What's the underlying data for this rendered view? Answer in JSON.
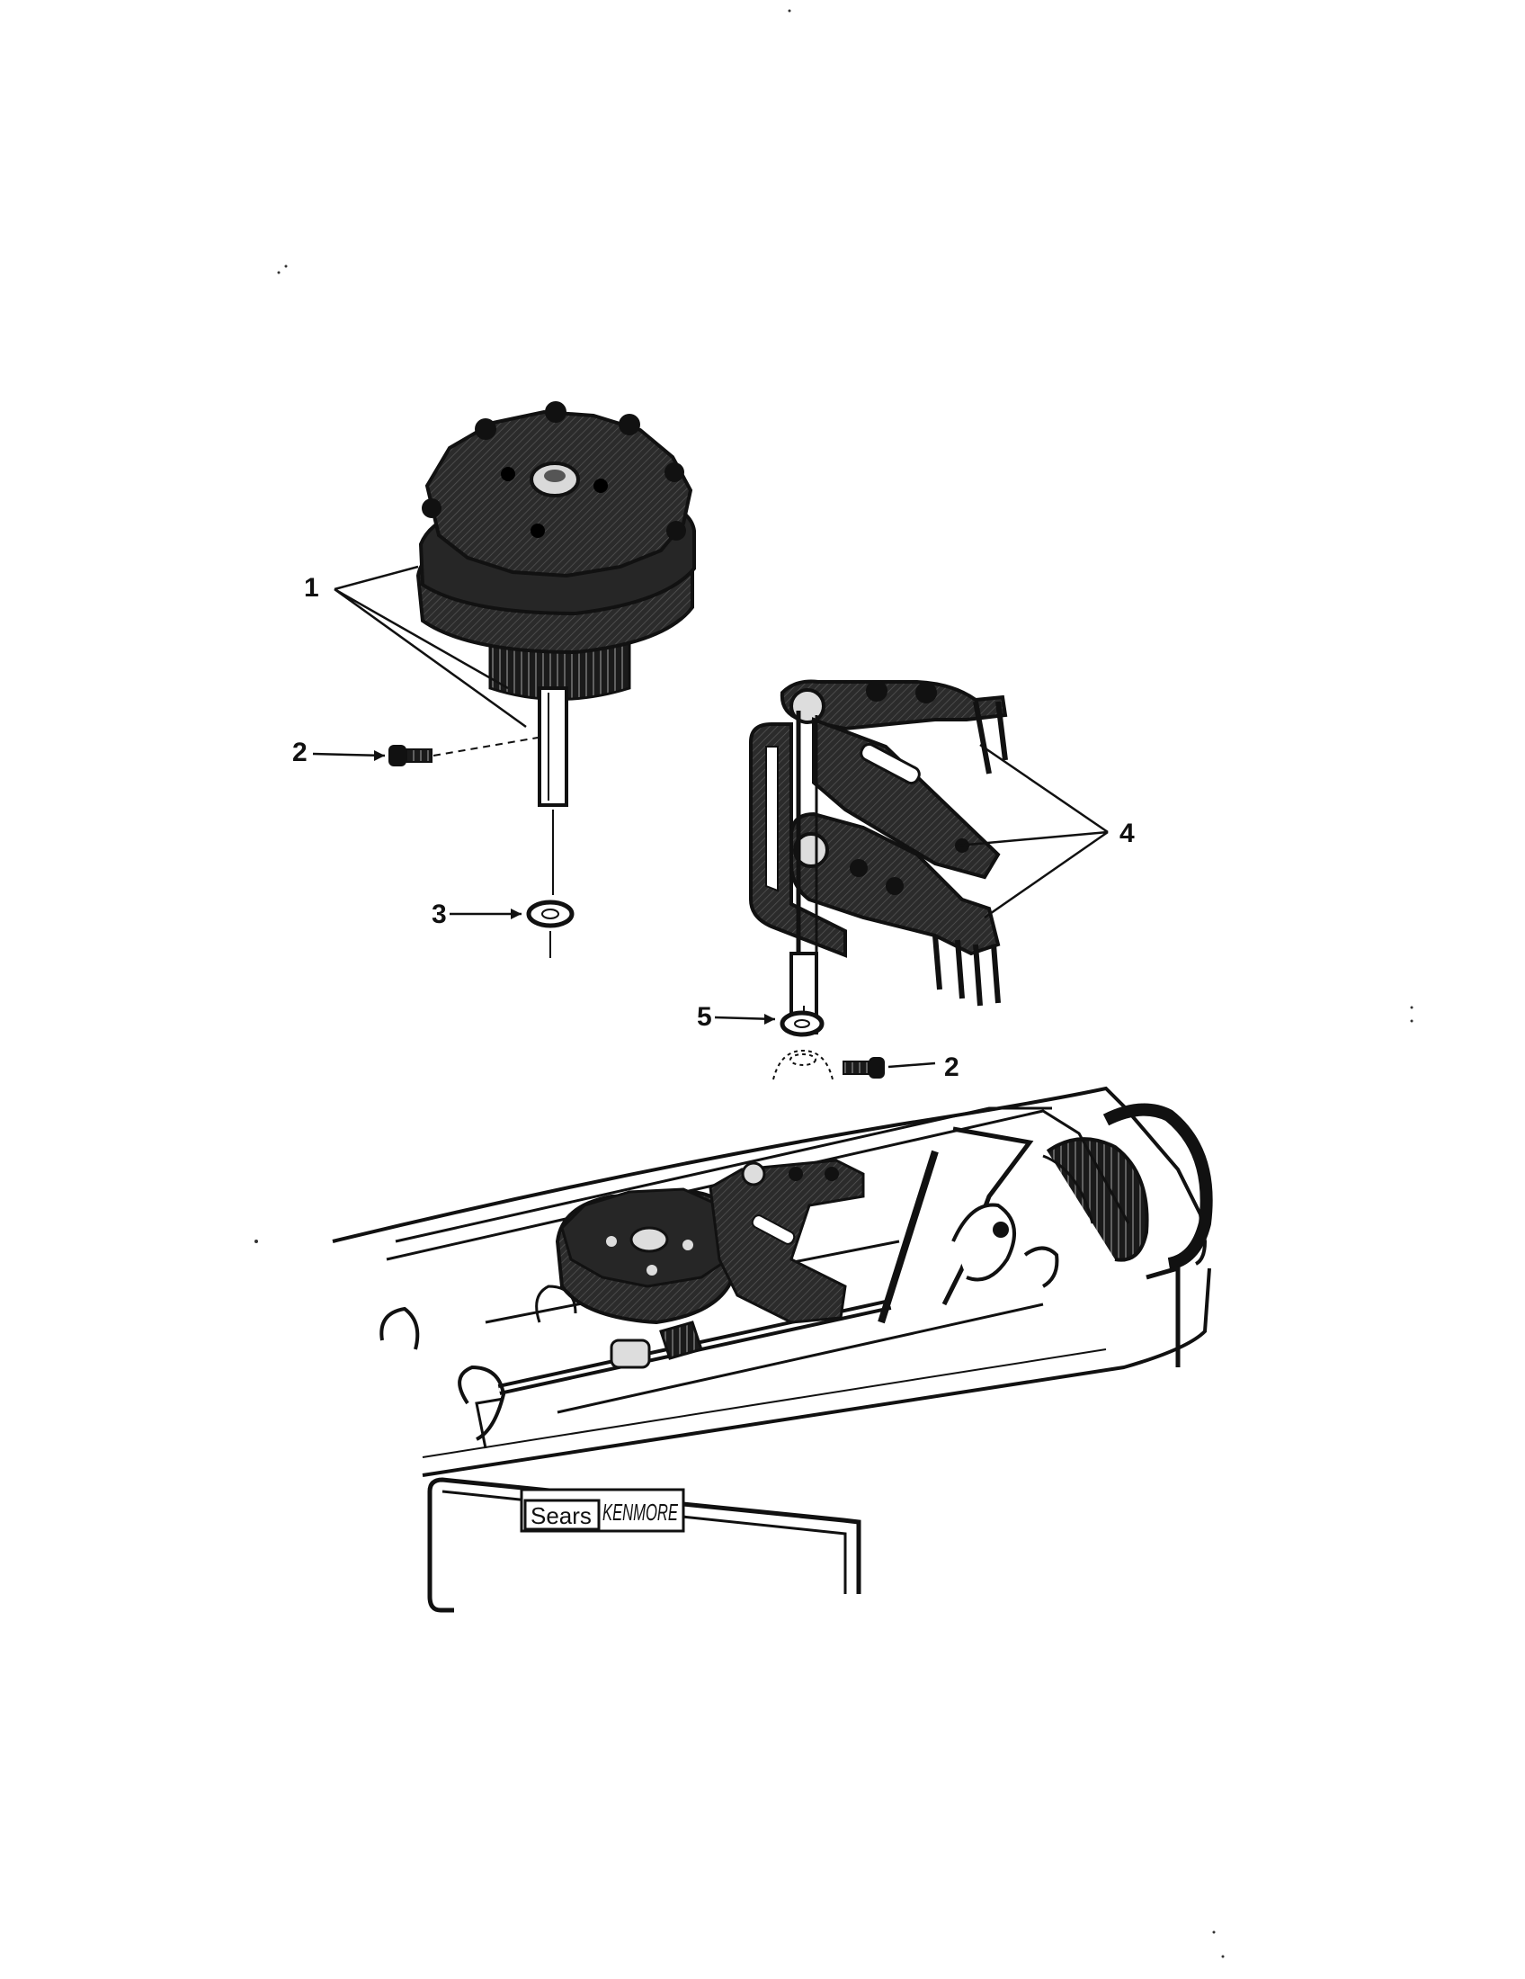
{
  "diagram": {
    "callouts": [
      {
        "id": "1",
        "label": "1"
      },
      {
        "id": "2a",
        "label": "2"
      },
      {
        "id": "3",
        "label": "3"
      },
      {
        "id": "4",
        "label": "4"
      },
      {
        "id": "5",
        "label": "5"
      },
      {
        "id": "2b",
        "label": "2"
      }
    ],
    "brand_plate": {
      "sears": "Sears",
      "kenmore": "KENMORE"
    },
    "colors": {
      "ink": "#111111",
      "fill_dark": "#2b2b2b",
      "paper": "#ffffff"
    }
  }
}
